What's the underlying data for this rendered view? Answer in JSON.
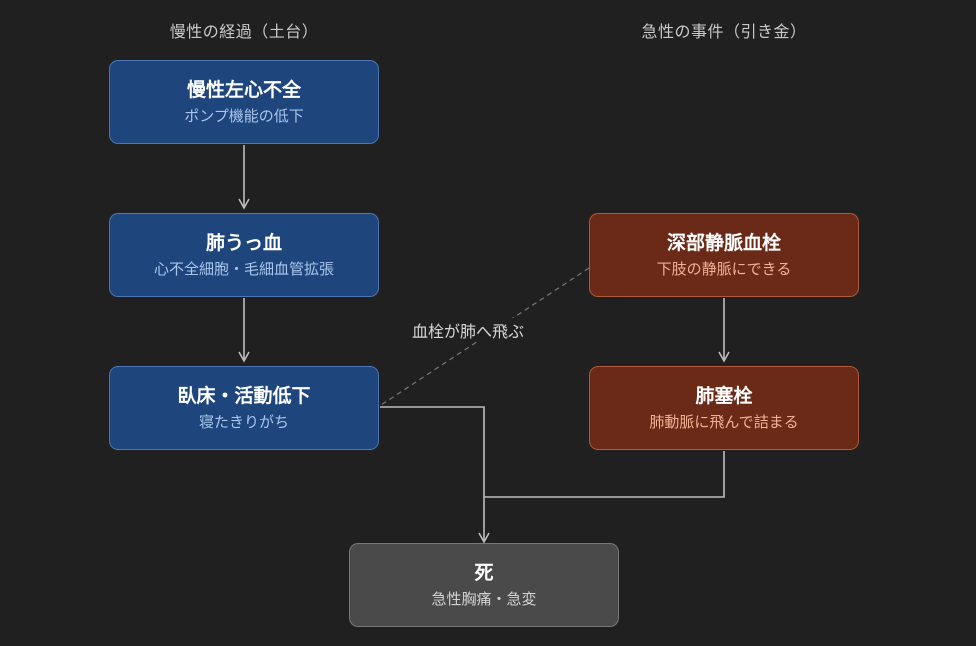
{
  "columns": {
    "left_header": "慢性の経過（土台）",
    "right_header": "急性の事件（引き金）"
  },
  "nodes": {
    "chf": {
      "title": "慢性左心不全",
      "sub": "ポンプ機能の低下"
    },
    "congestion": {
      "title": "肺うっ血",
      "sub": "心不全細胞・毛細血管拡張"
    },
    "bedridden": {
      "title": "臥床・活動低下",
      "sub": "寝たきりがち"
    },
    "dvt": {
      "title": "深部静脈血栓",
      "sub": "下肢の静脈にできる"
    },
    "pe": {
      "title": "肺塞栓",
      "sub": "肺動脈に飛んで詰まる"
    },
    "death": {
      "title": "死",
      "sub": "急性胸痛・急変"
    }
  },
  "edges": {
    "dvt_to_lung_label": "血栓が肺へ飛ぶ"
  },
  "colors": {
    "background": "#202020",
    "chronic_fill": "#1e467c",
    "acute_fill": "#6a2a17",
    "outcome_fill": "#4a4a4a",
    "connector": "#bdbdbd"
  }
}
